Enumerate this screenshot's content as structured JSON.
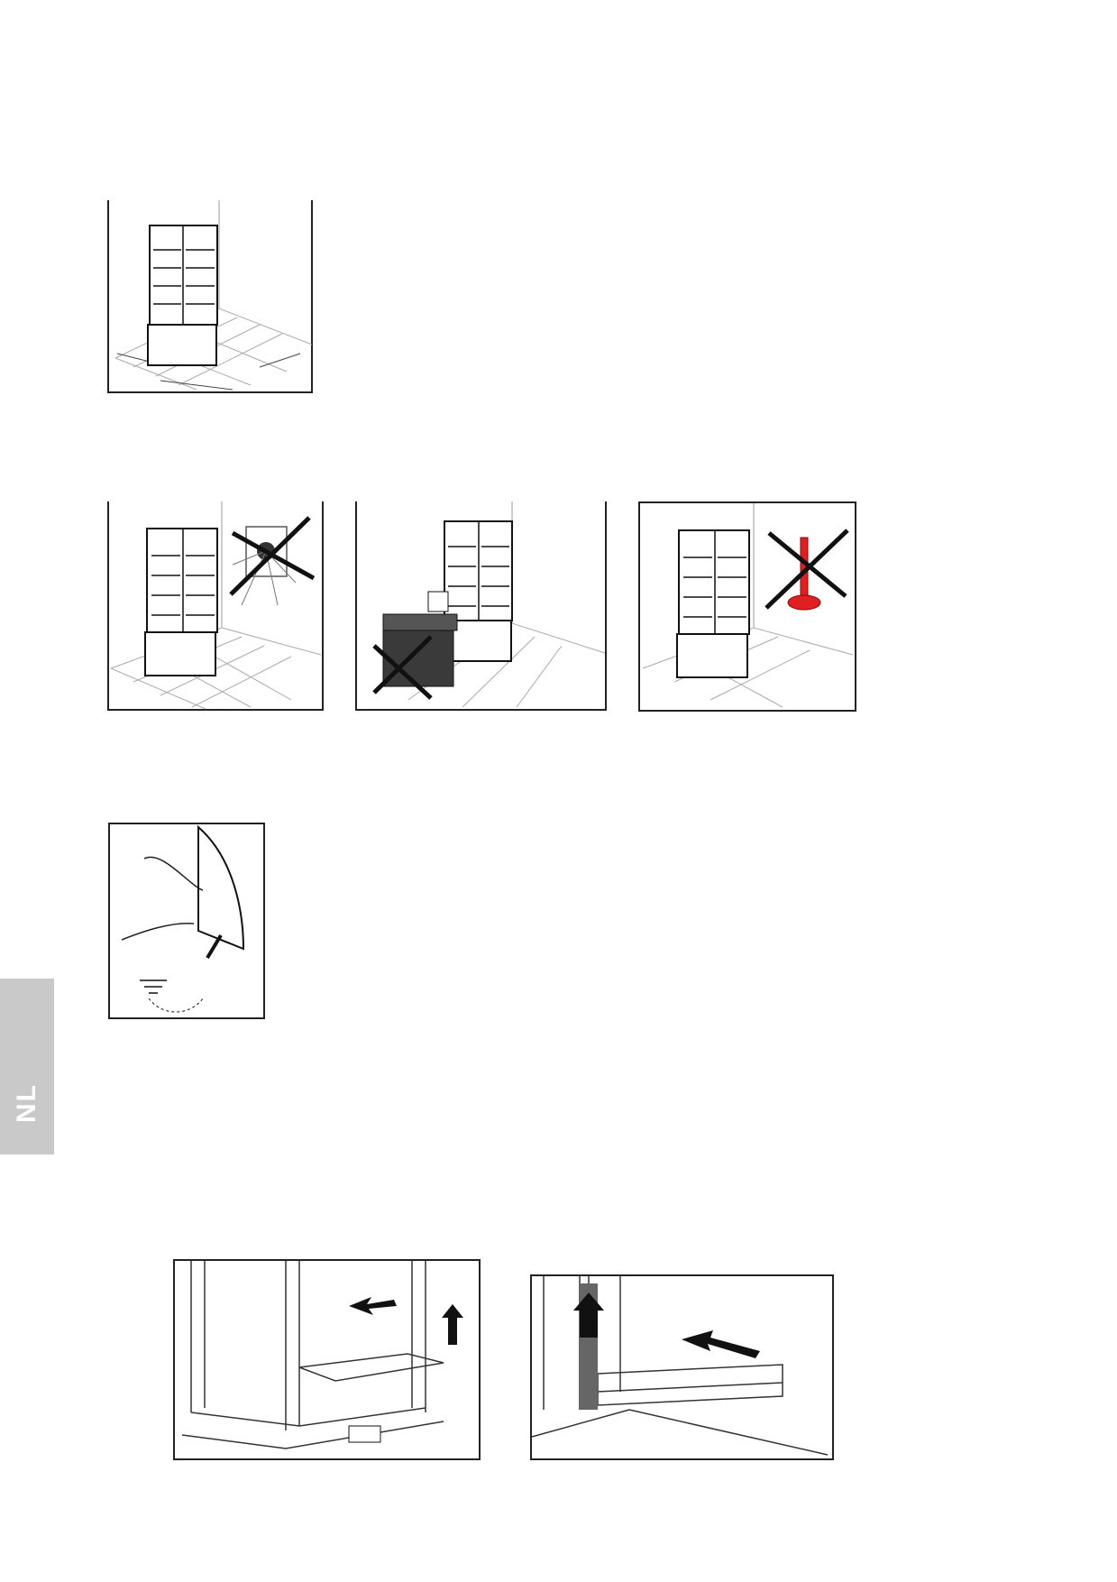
{
  "language_tab": {
    "label": "NL",
    "color": "#c9c9c9"
  },
  "figures": [
    {
      "name": "placement-clearance",
      "icon": "display-cabinet-floor-grid-icon"
    },
    {
      "name": "no-direct-sunlight",
      "icon": "sun-forbidden-icon"
    },
    {
      "name": "no-heat-source",
      "icon": "stove-forbidden-icon"
    },
    {
      "name": "no-high-temperature",
      "icon": "thermometer-forbidden-icon",
      "accent": "#e02020"
    },
    {
      "name": "earthing-connection",
      "icon": "ground-symbol-icon"
    },
    {
      "name": "remove-bottom-panel",
      "icon": "arrow-icon"
    },
    {
      "name": "slide-out-drip-tray",
      "icon": "arrow-icon"
    }
  ]
}
